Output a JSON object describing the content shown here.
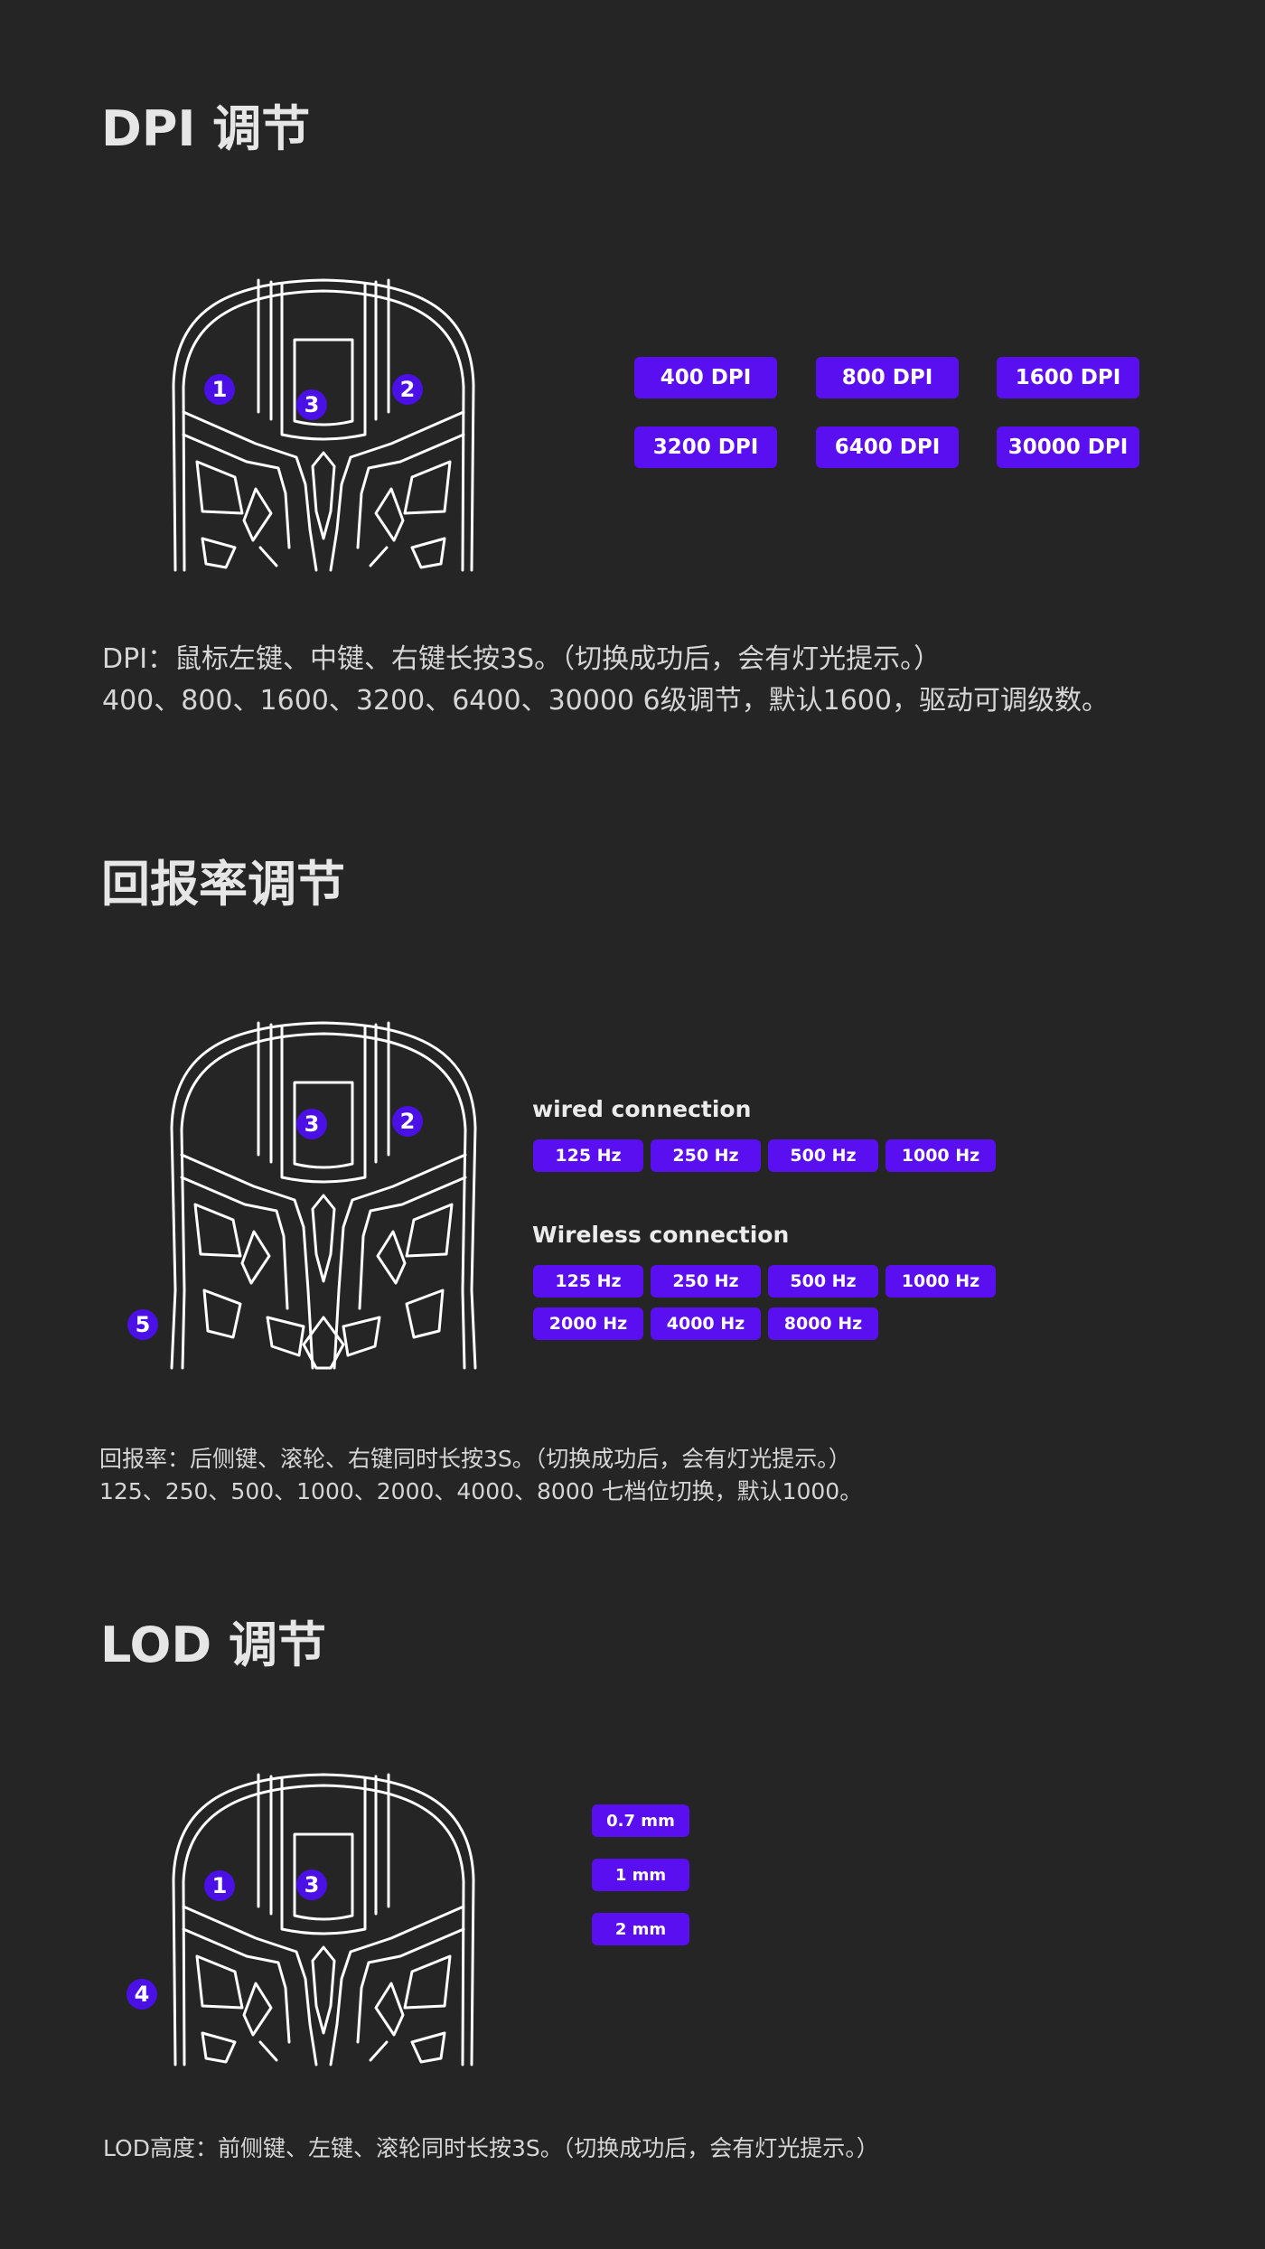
{
  "dpi": {
    "title": "DPI 调节",
    "mouse_badges": [
      "1",
      "3",
      "2"
    ],
    "options": [
      "400 DPI",
      "800 DPI",
      "1600 DPI",
      "3200 DPI",
      "6400 DPI",
      "30000 DPI"
    ],
    "desc_line1": "DPI：鼠标左键、中键、右键长按3S。（切换成功后，会有灯光提示。）",
    "desc_line2": "400、800、1600、3200、6400、30000 6级调节，默认1600，驱动可调级数。"
  },
  "polling": {
    "title": "回报率调节",
    "mouse_badges": [
      "3",
      "2",
      "5"
    ],
    "wired_label": "wired connection",
    "wired_options": [
      "125 Hz",
      "250 Hz",
      "500 Hz",
      "1000 Hz"
    ],
    "wireless_label": "Wireless connection",
    "wireless_options": [
      "125 Hz",
      "250 Hz",
      "500 Hz",
      "1000 Hz",
      "2000 Hz",
      "4000 Hz",
      "8000 Hz"
    ],
    "desc_line1": "回报率：后侧键、滚轮、右键同时长按3S。（切换成功后，会有灯光提示。）",
    "desc_line2": "125、250、500、1000、2000、4000、8000 七档位切换，默认1000。"
  },
  "lod": {
    "title": "LOD 调节",
    "mouse_badges": [
      "1",
      "3",
      "4"
    ],
    "options": [
      "0.7 mm",
      "1 mm",
      "2 mm"
    ],
    "desc_line1": "LOD高度：前侧键、左键、滚轮同时长按3S。（切换成功后，会有灯光提示。）"
  },
  "colors": {
    "background": "#252525",
    "accent": "#5a0ff0",
    "text": "#dcdcdc"
  }
}
